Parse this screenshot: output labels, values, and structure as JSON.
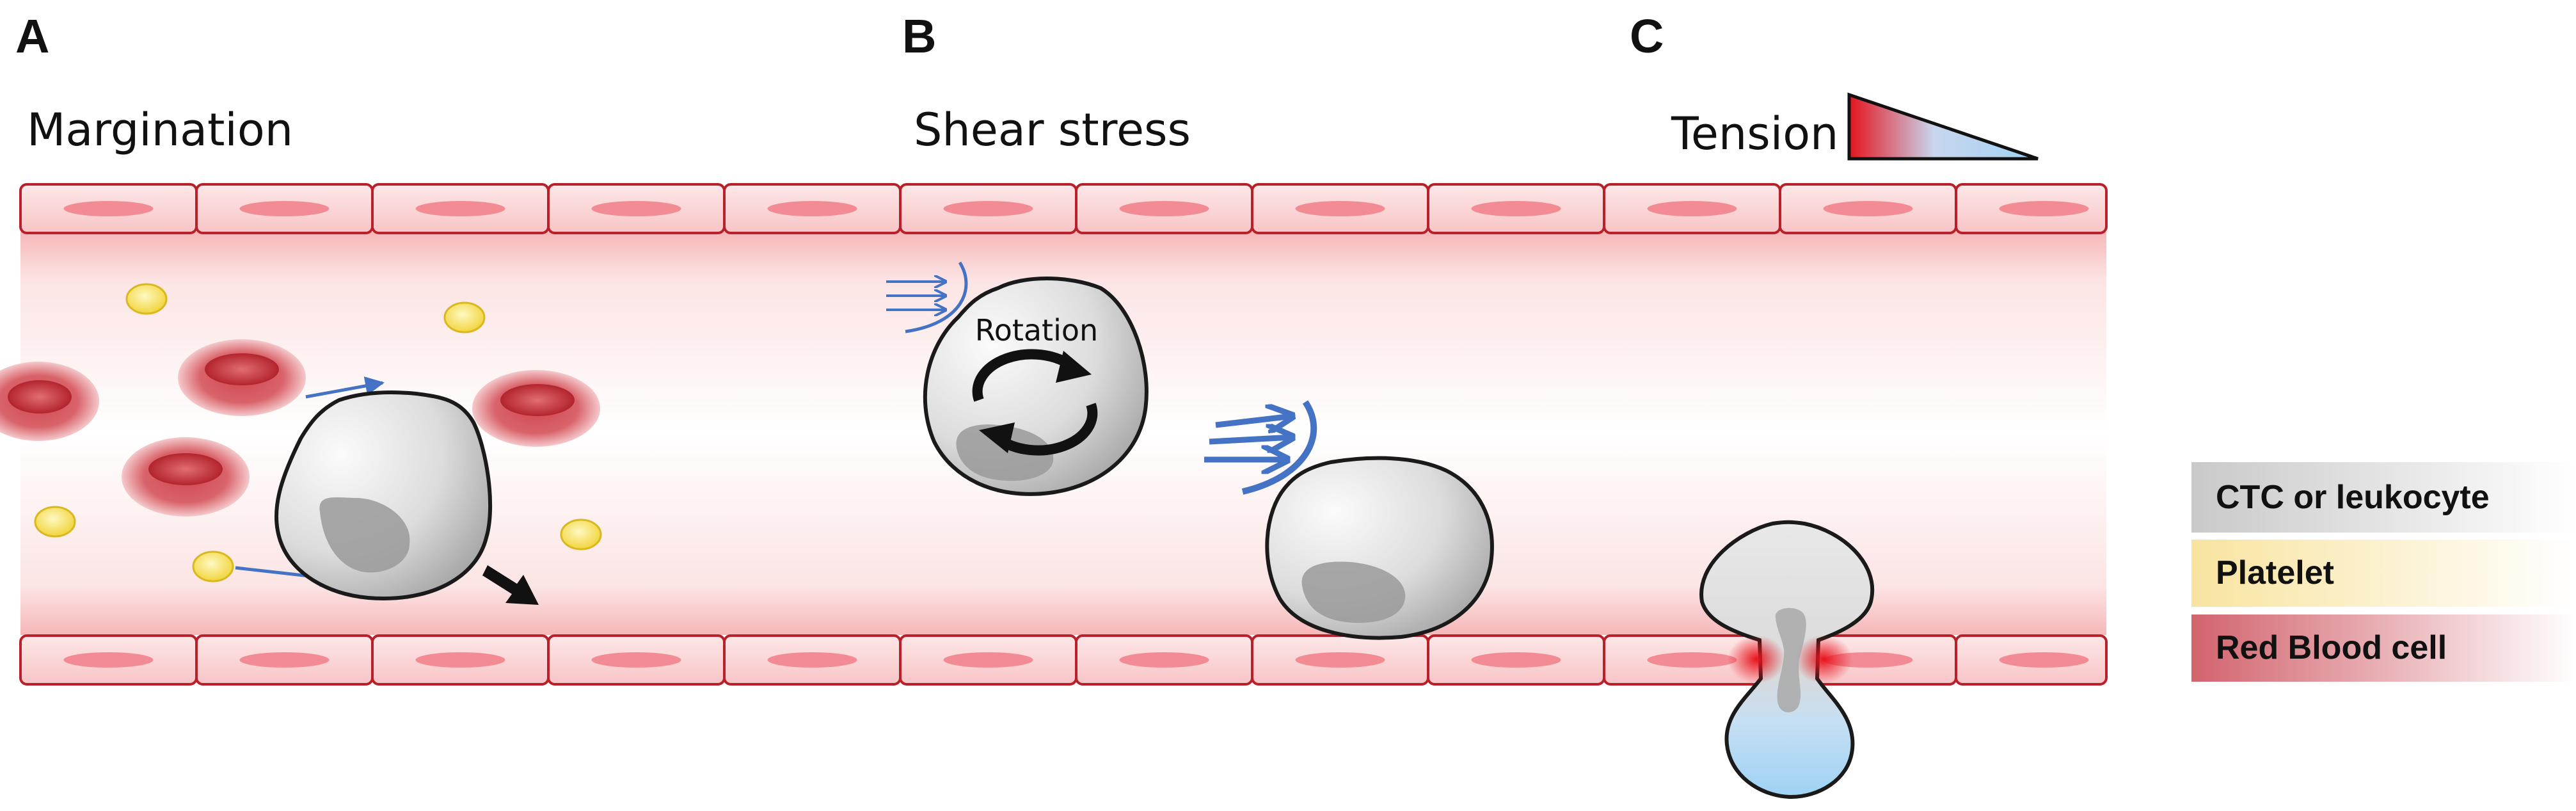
{
  "panels": {
    "a": {
      "letter": "A",
      "title": "Margination"
    },
    "b": {
      "letter": "B",
      "title": "Shear stress",
      "rotation_label": "Rotation"
    },
    "c": {
      "letter": "C",
      "title": "Tension"
    }
  },
  "legend": [
    {
      "label": "CTC or leukocyte",
      "color": "#c8c8c8"
    },
    {
      "label": "Platelet",
      "color": "#f8e6a6"
    },
    {
      "label": "Red Blood cell",
      "color": "#d36b74"
    }
  ],
  "colors": {
    "vessel_wall": "#fbd3d4",
    "vessel_wall_border": "#b8212a",
    "endothelial_nucleus": "#f28b93",
    "rbc": "#d1474f",
    "platelet": "#f4dc4f",
    "cell_gray": "#d6d6d6",
    "flow_arrow": "#4472c4",
    "tension_high": "#e8141e",
    "tension_low": "#9fd2f4"
  }
}
